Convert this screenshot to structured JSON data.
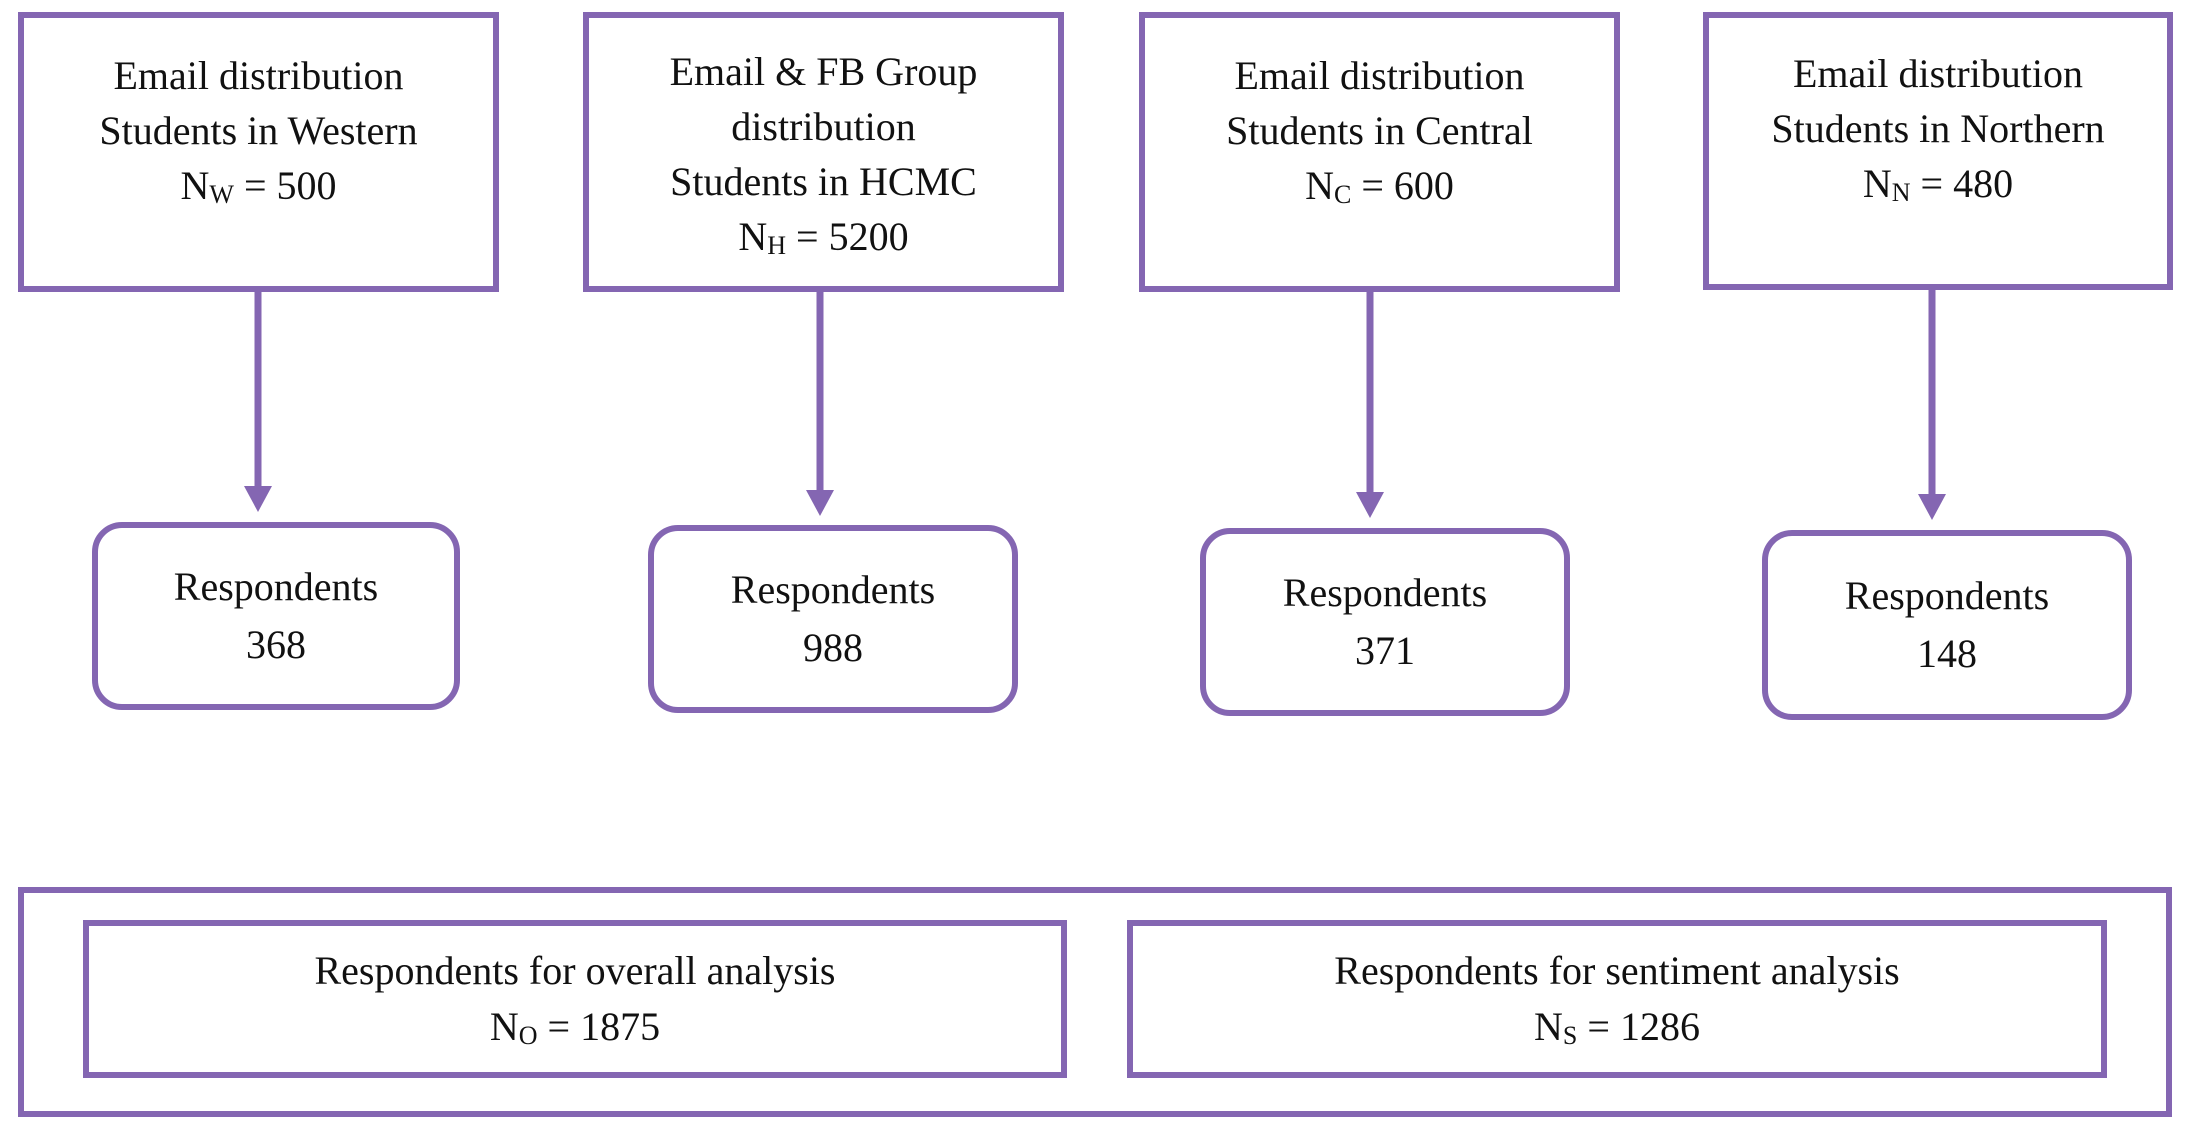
{
  "colors": {
    "accent": "#8466b2",
    "text": "#111111"
  },
  "sources": [
    {
      "lines": [
        "Email distribution",
        "Students in Western"
      ],
      "n_symbol": "N",
      "n_sub": "W",
      "n_value": "= 500"
    },
    {
      "lines": [
        "Email & FB Group",
        "distribution",
        "Students in HCMC"
      ],
      "n_symbol": "N",
      "n_sub": "H",
      "n_value": "= 5200"
    },
    {
      "lines": [
        "Email distribution",
        "Students in Central"
      ],
      "n_symbol": "N",
      "n_sub": "C",
      "n_value": "= 600"
    },
    {
      "lines": [
        "Email distribution",
        "Students in Northern"
      ],
      "n_symbol": "N",
      "n_sub": "N",
      "n_value": "= 480"
    }
  ],
  "respondents": [
    {
      "label": "Respondents",
      "value": "368"
    },
    {
      "label": "Respondents",
      "value": "988"
    },
    {
      "label": "Respondents",
      "value": "371"
    },
    {
      "label": "Respondents",
      "value": "148"
    }
  ],
  "summary": {
    "overall": {
      "label": "Respondents for overall analysis",
      "n_symbol": "N",
      "n_sub": "O",
      "n_value": "= 1875"
    },
    "sentiment": {
      "label": "Respondents for sentiment analysis",
      "n_symbol": "N",
      "n_sub": "S",
      "n_value": "= 1286"
    }
  }
}
